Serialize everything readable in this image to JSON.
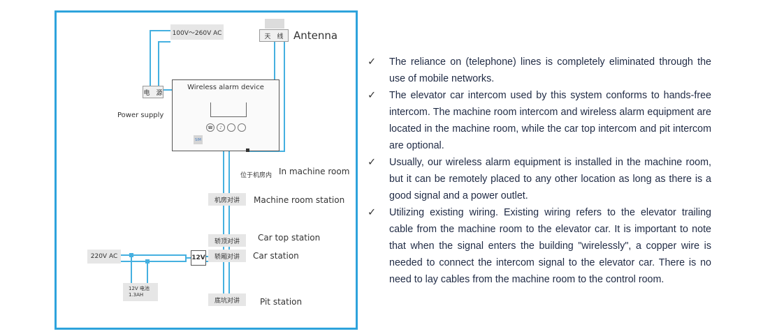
{
  "diagram": {
    "ac_input": "100V～260V AC",
    "antenna_cn": "天　线",
    "antenna_en": "Antenna",
    "power_cn": "电　源",
    "power_en": "Power supply",
    "device_title": "Wireless alarm device",
    "device_sim": "SIM",
    "located_cn": "位于机房内",
    "located_en": "In machine room",
    "machine_room_cn": "机房对讲",
    "machine_room_en": "Machine room station",
    "car_top_cn": "轿顶对讲",
    "car_top_en": "Car top station",
    "car_cn": "轿厢对讲",
    "car_en": "Car station",
    "pit_cn": "底坑对讲",
    "pit_en": "Pit station",
    "ac220": "220V AC",
    "v12": "12V",
    "battery_line1": "12V  电池",
    "battery_line2": "1.3AH",
    "icons": [
      "phone-icon",
      "alarm-icon",
      "mode-button-icon",
      "menu-button-icon"
    ],
    "colors": {
      "frame": "#2ea3dc",
      "wire": "#45b0e0",
      "box": "#e6e6e6"
    }
  },
  "notes": {
    "check_symbol": "✓",
    "items": [
      "The reliance on (telephone) lines is completely eliminated through the use of mobile networks.",
      "The elevator car intercom used by this system conforms to hands-free intercom. The machine room intercom and wireless alarm equipment are located in the machine room, while the car top intercom and pit intercom are optional.",
      "Usually, our wireless alarm equipment is installed in the machine room, but it can be remotely placed to any other location as long as there is a good signal and a power outlet.",
      "Utilizing existing wiring. Existing wiring refers to the elevator trailing cable from the machine room to the elevator car. It is important to note that when the signal enters the building \"wirelessly\", a copper wire is needed to connect the intercom signal to the elevator car. There is no need to lay cables from the machine room to the control room."
    ]
  }
}
